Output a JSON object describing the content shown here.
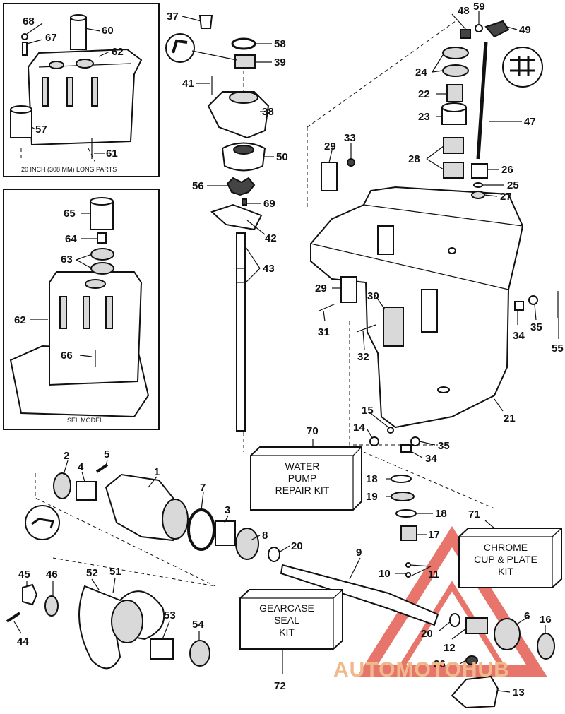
{
  "callouts": {
    "n1": "1",
    "n2": "2",
    "n3": "3",
    "n4": "4",
    "n5": "5",
    "n6": "6",
    "n7": "7",
    "n8": "8",
    "n9": "9",
    "n10": "10",
    "n11": "11",
    "n12": "12",
    "n13": "13",
    "n14": "14",
    "n15": "15",
    "n16": "16",
    "n17": "17",
    "n18a": "18",
    "n18b": "18",
    "n19": "19",
    "n20a": "20",
    "n20b": "20",
    "n21": "21",
    "n22": "22",
    "n23": "23",
    "n24": "24",
    "n25": "25",
    "n26": "26",
    "n27": "27",
    "n28": "28",
    "n29a": "29",
    "n29b": "29",
    "n30": "30",
    "n31": "31",
    "n32": "32",
    "n33": "33",
    "n34a": "34",
    "n34b": "34",
    "n35a": "35",
    "n35b": "35",
    "n36": "36",
    "n37": "37",
    "n38": "38",
    "n39": "39",
    "n41": "41",
    "n42": "42",
    "n43": "43",
    "n44": "44",
    "n45": "45",
    "n46": "46",
    "n47": "47",
    "n48": "48",
    "n49": "49",
    "n50": "50",
    "n51": "51",
    "n52": "52",
    "n53": "53",
    "n54": "54",
    "n55": "55",
    "n56": "56",
    "n57": "57",
    "n58": "58",
    "n59": "59",
    "n60": "60",
    "n61": "61",
    "n62a": "62",
    "n62b": "62",
    "n63": "63",
    "n64": "64",
    "n65": "65",
    "n66": "66",
    "n67": "67",
    "n68": "68",
    "n69": "69",
    "n70": "70",
    "n71": "71",
    "n72": "72"
  },
  "insets": {
    "long_parts_caption": "20 INCH (308 MM) LONG PARTS",
    "sel_model_caption": "SEL MODEL"
  },
  "kits": {
    "water_pump": [
      "WATER",
      "PUMP",
      "REPAIR KIT"
    ],
    "chrome_cup": [
      "CHROME",
      "CUP & PLATE",
      "KIT"
    ],
    "gearcase_seal": [
      "GEARCASE",
      "SEAL",
      "KIT"
    ]
  },
  "watermark": {
    "text": "AUTOMOTOHUB",
    "color": "#e0483a"
  }
}
